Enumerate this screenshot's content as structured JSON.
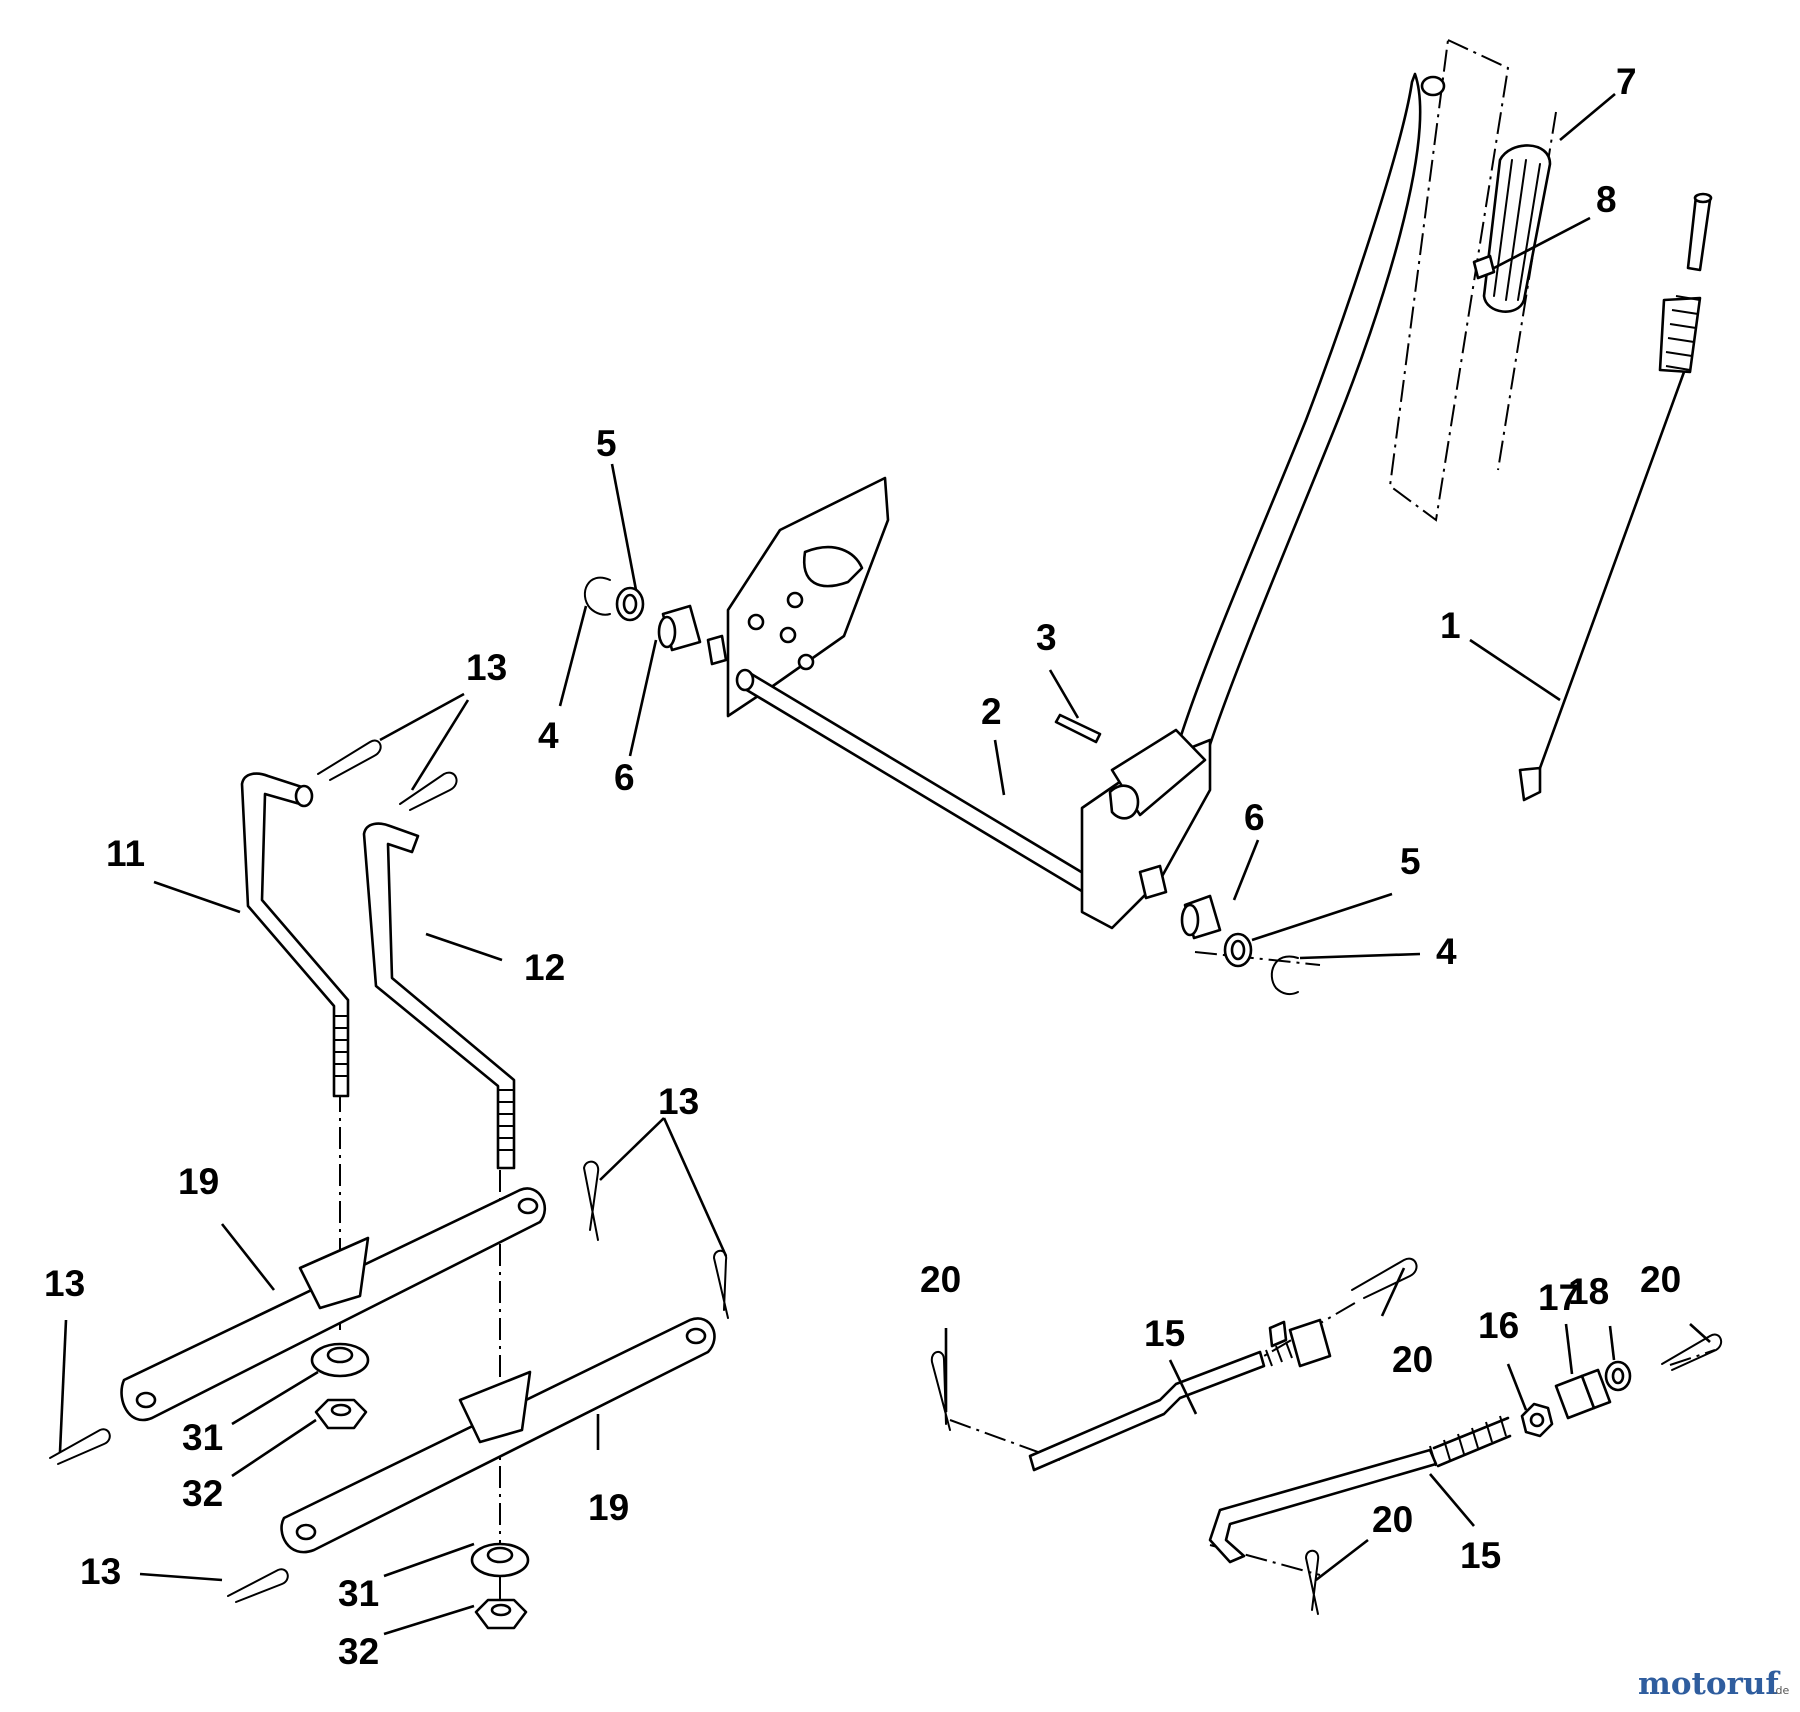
{
  "callouts": [
    {
      "id": "c1",
      "text": "1"
    },
    {
      "id": "c2",
      "text": "2"
    },
    {
      "id": "c3",
      "text": "3"
    },
    {
      "id": "c4a",
      "text": "4"
    },
    {
      "id": "c4b",
      "text": "4"
    },
    {
      "id": "c5a",
      "text": "5"
    },
    {
      "id": "c5b",
      "text": "5"
    },
    {
      "id": "c6a",
      "text": "6"
    },
    {
      "id": "c6b",
      "text": "6"
    },
    {
      "id": "c7",
      "text": "7"
    },
    {
      "id": "c8",
      "text": "8"
    },
    {
      "id": "c11",
      "text": "11"
    },
    {
      "id": "c12",
      "text": "12"
    },
    {
      "id": "c13a",
      "text": "13"
    },
    {
      "id": "c13b",
      "text": "13"
    },
    {
      "id": "c13c",
      "text": "13"
    },
    {
      "id": "c13d",
      "text": "13"
    },
    {
      "id": "c15a",
      "text": "15"
    },
    {
      "id": "c15b",
      "text": "15"
    },
    {
      "id": "c16",
      "text": "16"
    },
    {
      "id": "c17",
      "text": "17"
    },
    {
      "id": "c18",
      "text": "18"
    },
    {
      "id": "c19a",
      "text": "19"
    },
    {
      "id": "c19b",
      "text": "19"
    },
    {
      "id": "c20a",
      "text": "20"
    },
    {
      "id": "c20b",
      "text": "20"
    },
    {
      "id": "c20c",
      "text": "20"
    },
    {
      "id": "c20d",
      "text": "20"
    },
    {
      "id": "c31a",
      "text": "31"
    },
    {
      "id": "c31b",
      "text": "31"
    },
    {
      "id": "c32a",
      "text": "32"
    },
    {
      "id": "c32b",
      "text": "32"
    }
  ],
  "watermark": {
    "letters": [
      "m",
      "o",
      "t",
      "o",
      "r",
      "u",
      "f"
    ],
    "colors": [
      "#2f5d9e",
      "#2f5d9e",
      "#2f5d9e",
      "#2f5d9e",
      "#2f5d9e",
      "#2f5d9e",
      "#2f5d9e"
    ],
    "suffix": ".de"
  }
}
